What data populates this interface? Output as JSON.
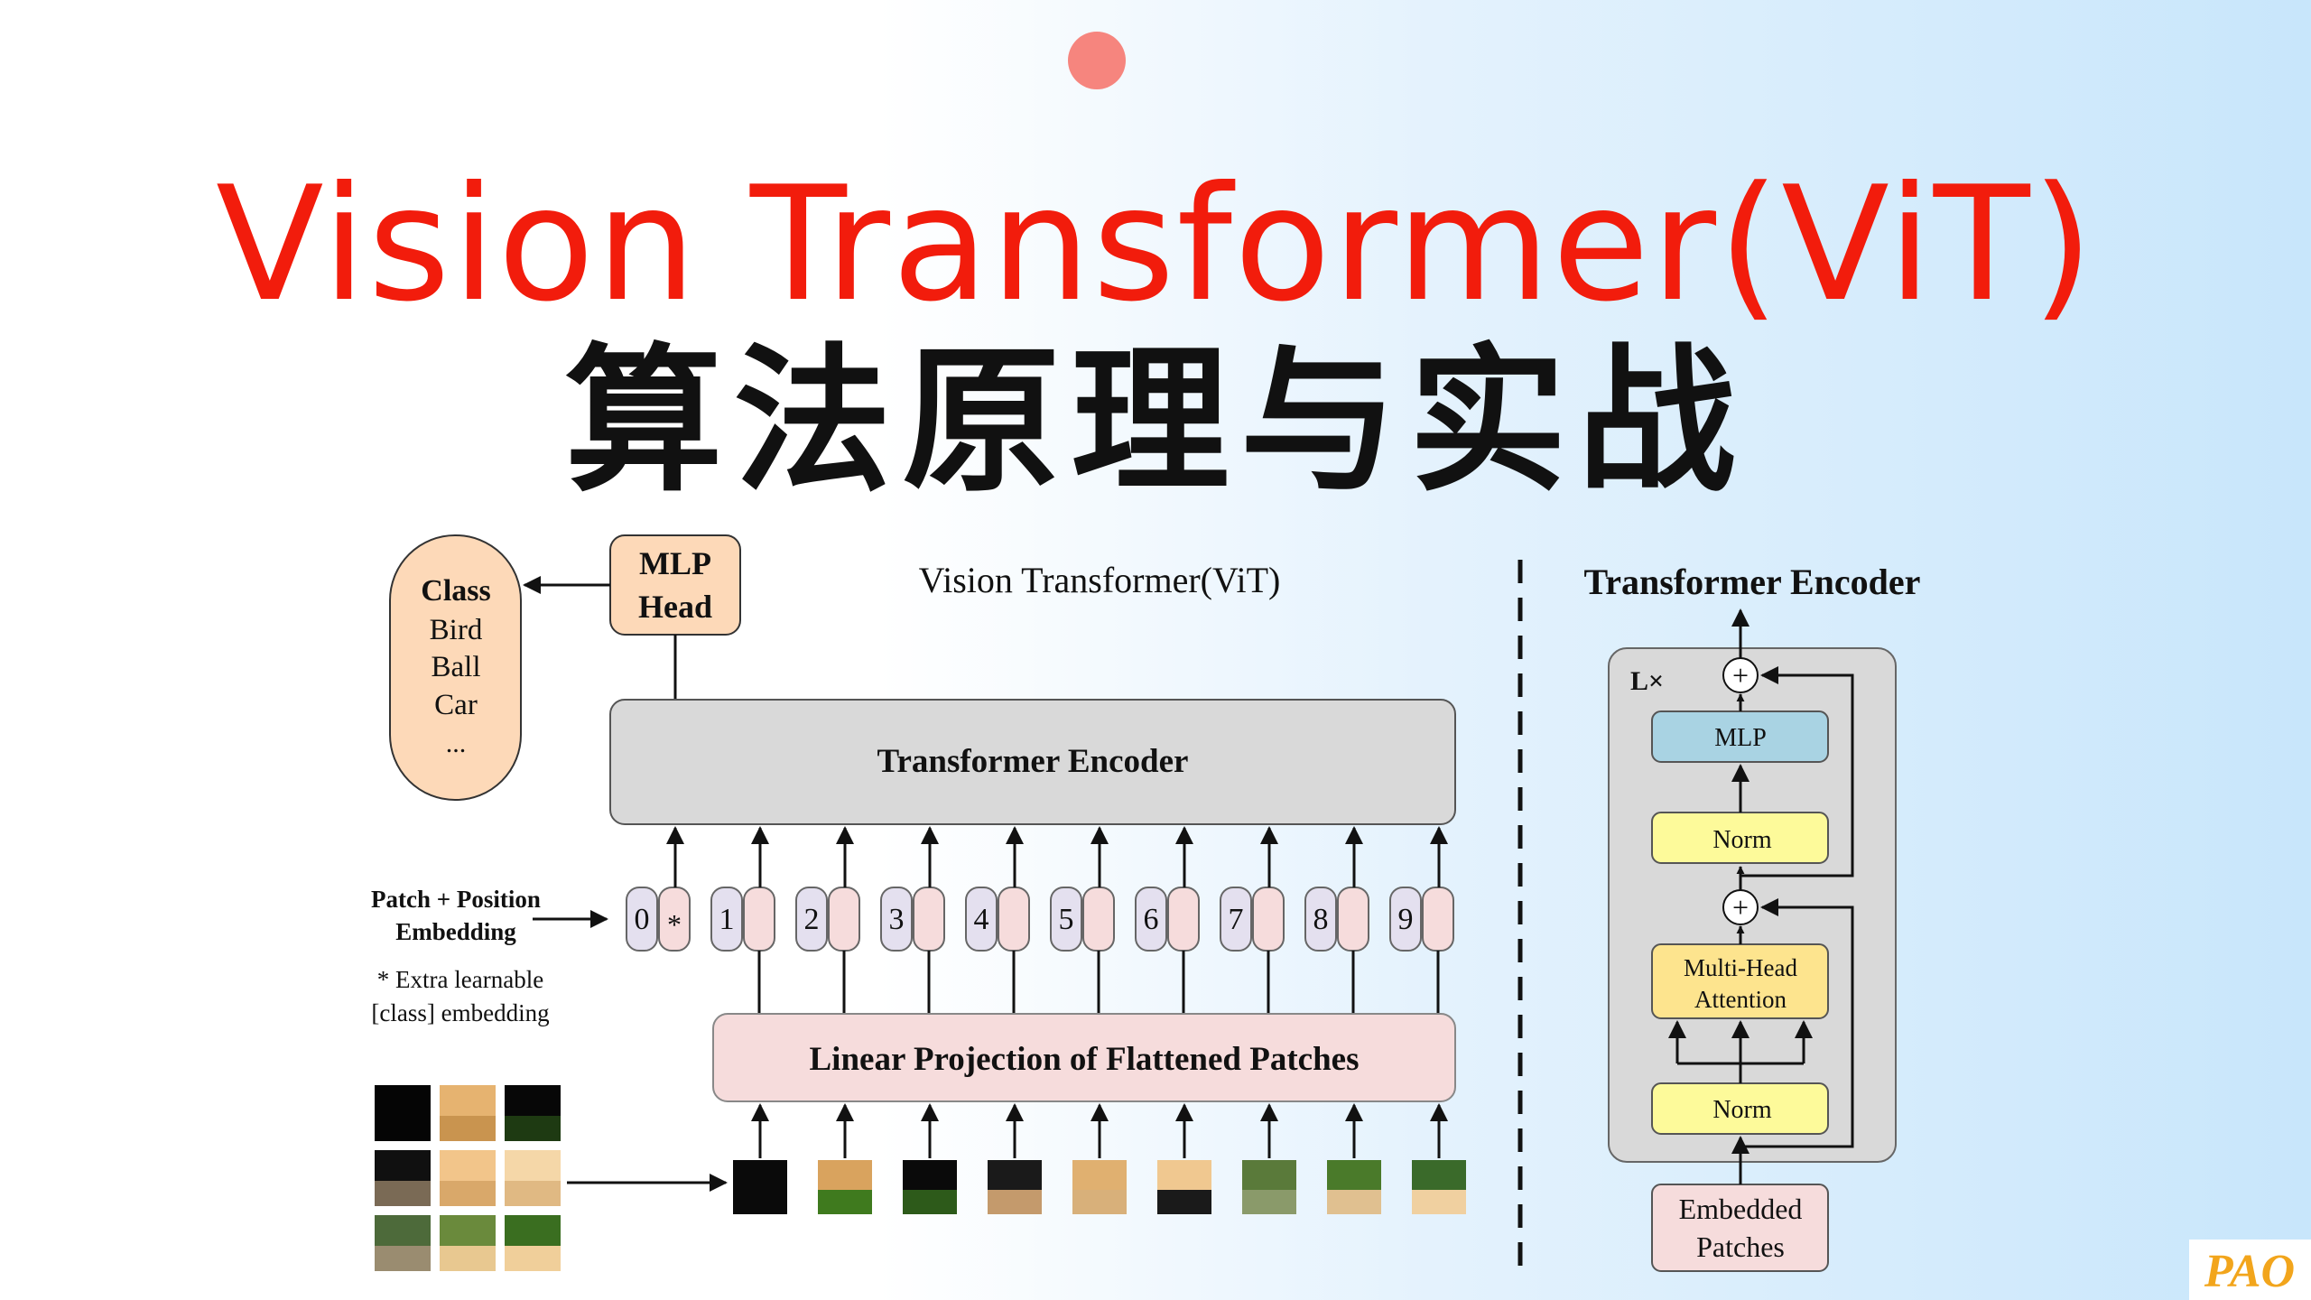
{
  "title": "Vision Transformer(ViT)",
  "subtitle": "算法原理与实战",
  "vit_diagram": {
    "heading": "Vision Transformer(ViT)",
    "class_box": {
      "title": "Class",
      "items": [
        "Bird",
        "Ball",
        "Car",
        "..."
      ]
    },
    "mlp_head": [
      "MLP",
      "Head"
    ],
    "encoder_label": "Transformer Encoder",
    "embedding_label": [
      "Patch + Position",
      "Embedding"
    ],
    "extra_note": [
      "* Extra learnable",
      "[class] embedding"
    ],
    "tokens": [
      "0",
      "1",
      "2",
      "3",
      "4",
      "5",
      "6",
      "7",
      "8",
      "9"
    ],
    "class_token_mark": "*",
    "projection_label": "Linear Projection of Flattened Patches"
  },
  "encoder_diagram": {
    "heading": "Transformer Encoder",
    "repeat_label": "L×",
    "plus": "+",
    "mlp": "MLP",
    "norm_top": "Norm",
    "attention": [
      "Multi-Head",
      "Attention"
    ],
    "norm_bottom": "Norm",
    "embedded": [
      "Embedded",
      "Patches"
    ]
  },
  "colors": {
    "title_red": "#f21c0c",
    "class_fill": "#fdd9b8",
    "token_purple": "#e4e0ef",
    "token_pink": "#f6dcdc",
    "encoder_gray": "#d9d9d9",
    "mlp_blue": "#a9d3e3",
    "norm_yellow": "#fdfa9a",
    "attention_yellow": "#fde48e"
  },
  "logo": {
    "text": "PAO"
  }
}
